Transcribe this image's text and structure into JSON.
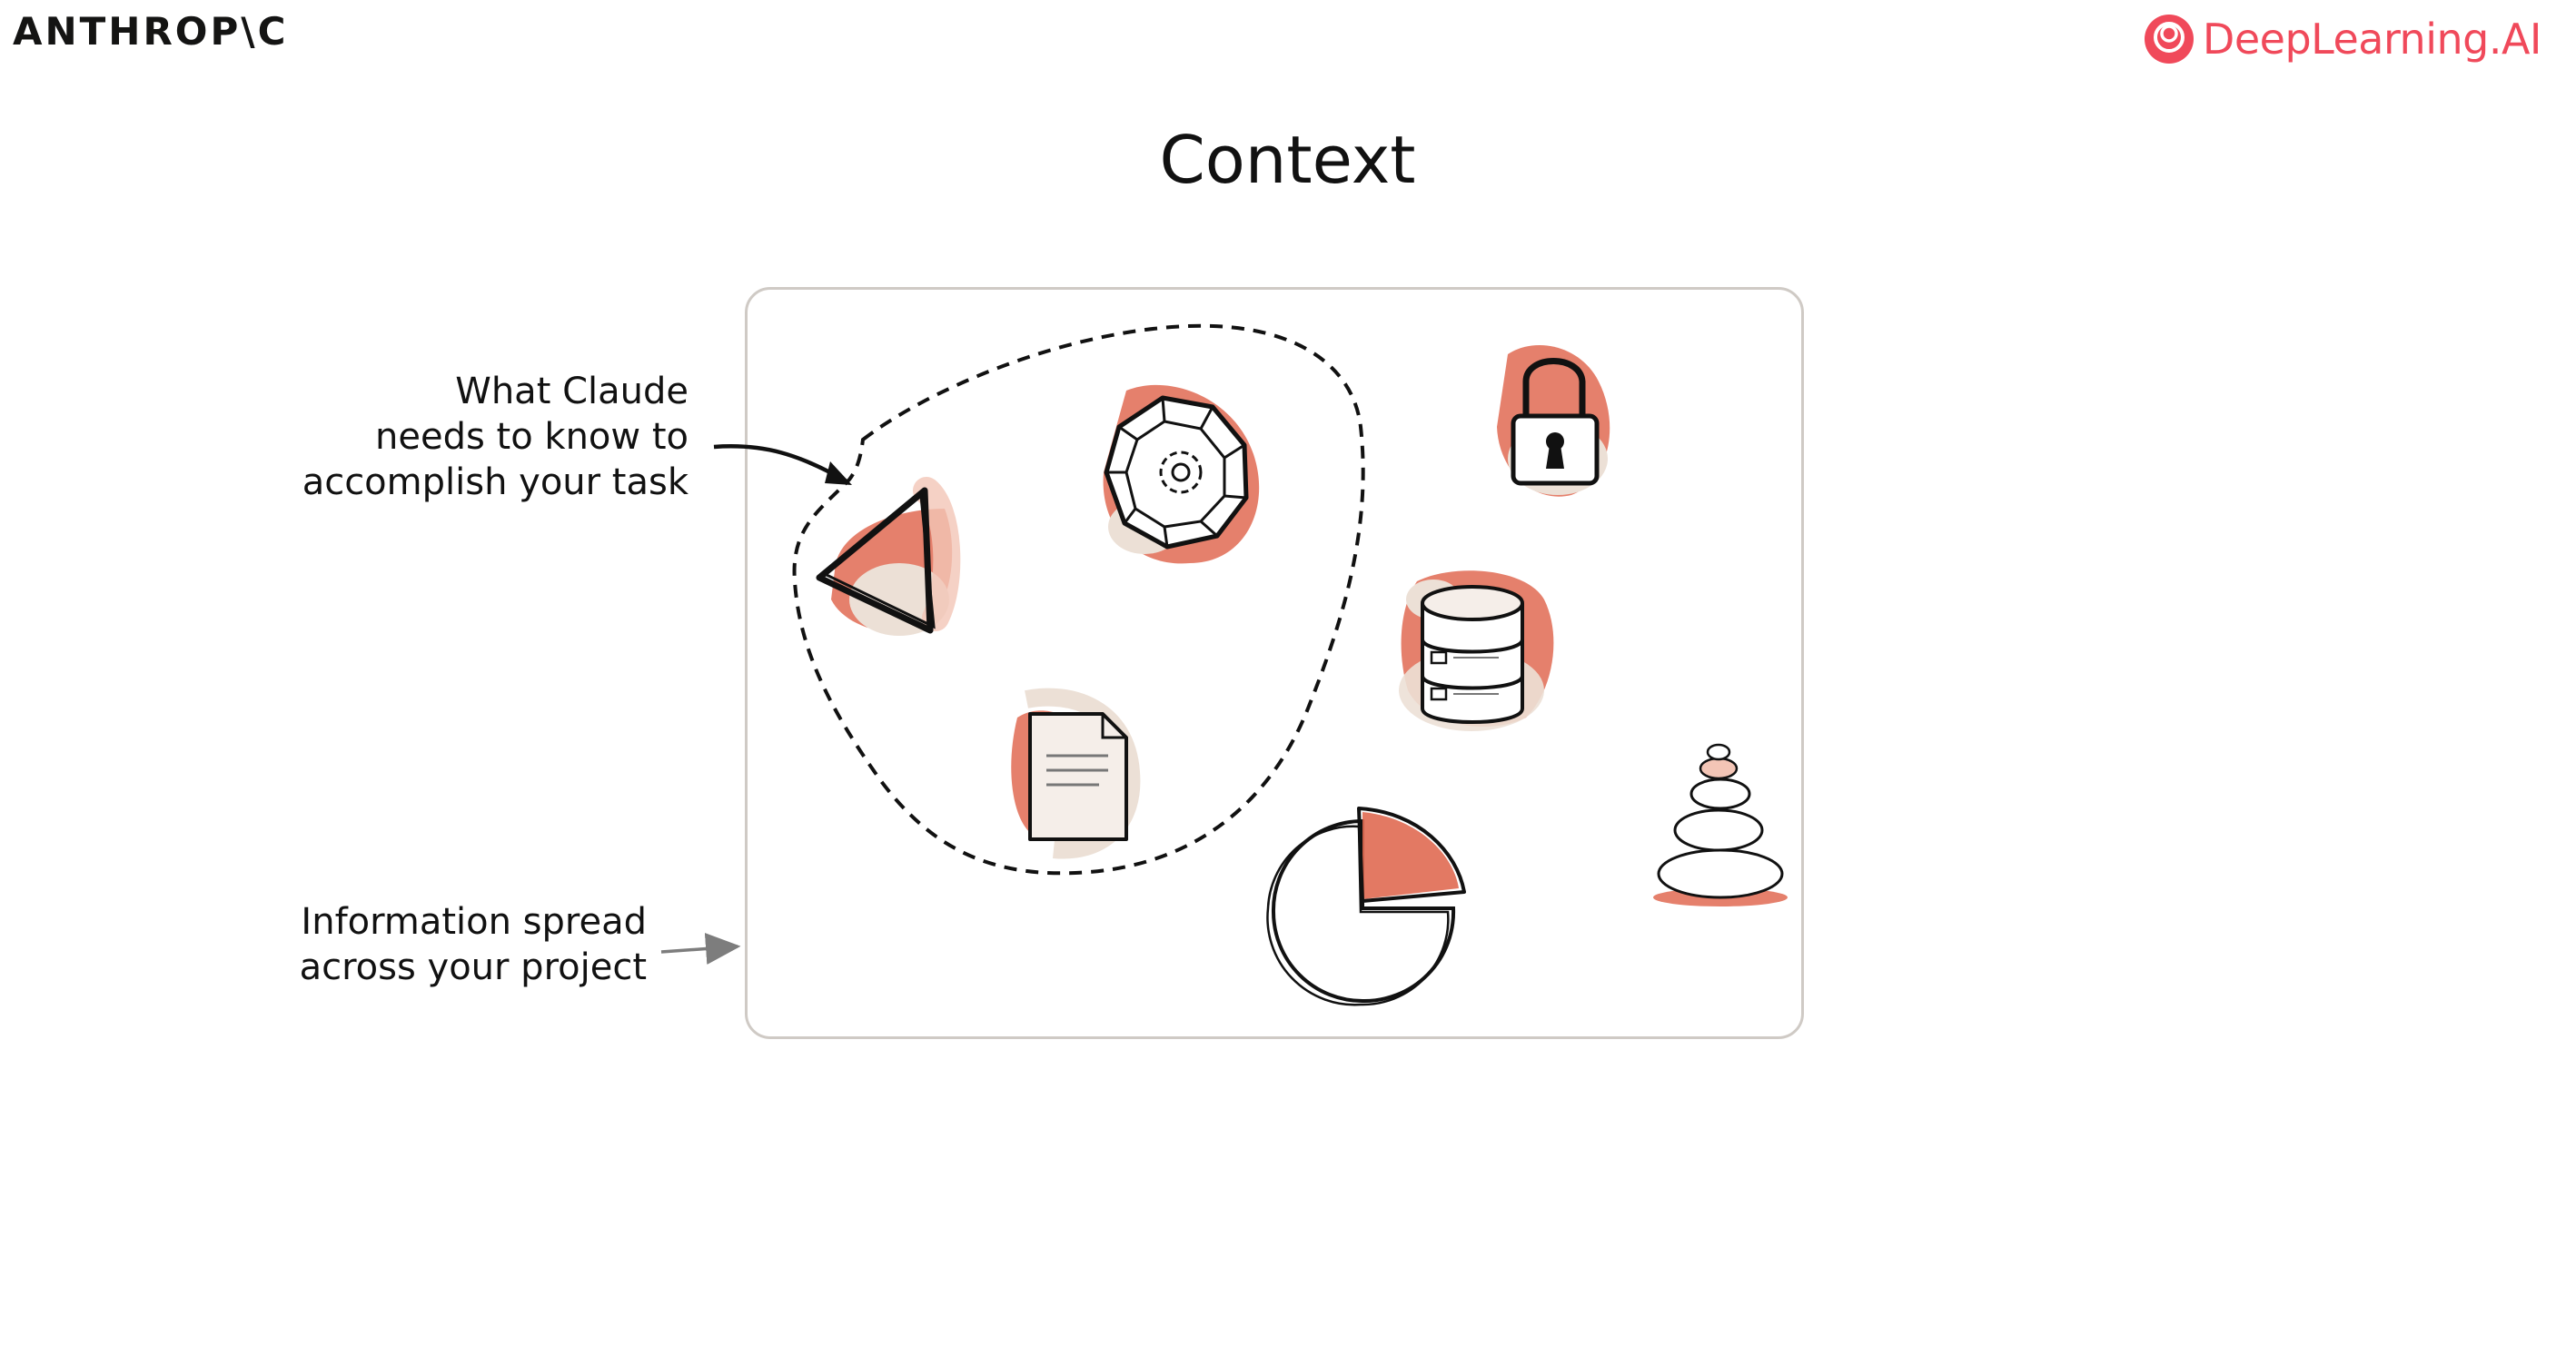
{
  "header": {
    "left_logo": "ANTHROP\\C",
    "right_logo": "DeepLearning.AI"
  },
  "title": "Context",
  "callouts": {
    "claude_needs": [
      "What Claude",
      "needs to know to",
      "accomplish your task"
    ],
    "information_spread": [
      "Information spread",
      "across your project"
    ]
  },
  "icons": [
    "triangle-icon",
    "gear-icon",
    "document-icon",
    "lock-icon",
    "database-icon",
    "stacked-stones-icon",
    "pie-chart-icon"
  ],
  "colors": {
    "accent": "#e06a52",
    "accent_light": "#f3c5b6",
    "beige": "#ece0d6",
    "brand": "#f0495a",
    "ink": "#111111",
    "panel_border": "#cfcac5"
  }
}
